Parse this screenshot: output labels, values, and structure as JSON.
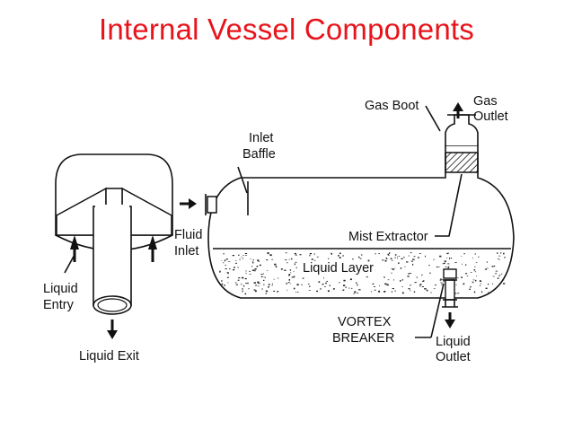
{
  "title": "Internal Vessel Components",
  "labels": {
    "gas_boot": "Gas Boot",
    "gas_outlet_1": "Gas",
    "gas_outlet_2": "Outlet",
    "inlet_baffle_1": "Inlet",
    "inlet_baffle_2": "Baffle",
    "fluid_inlet_1": "Fluid",
    "fluid_inlet_2": "Inlet",
    "mist_extractor": "Mist Extractor",
    "liquid_layer": "Liquid Layer",
    "vortex_breaker_1": "VORTEX",
    "vortex_breaker_2": "BREAKER",
    "liquid_outlet_1": "Liquid",
    "liquid_outlet_2": "Outlet",
    "liquid_entry_1": "Liquid",
    "liquid_entry_2": "Entry",
    "liquid_exit": "Liquid Exit"
  }
}
